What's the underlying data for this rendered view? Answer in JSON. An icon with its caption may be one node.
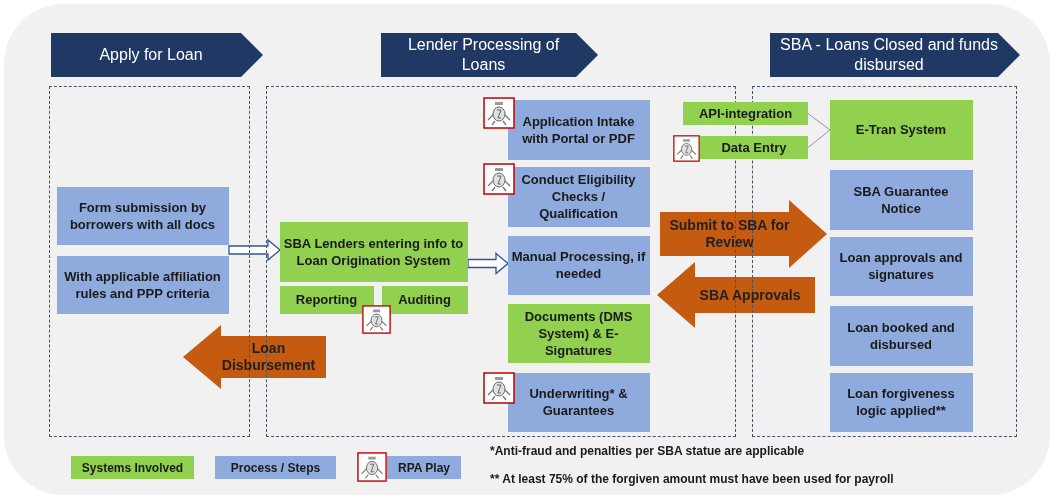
{
  "diagram": {
    "nodes": [
      {
        "text": [
          "Apply for Loan"
        ]
      },
      {
        "text": [
          "Lender Processing of Loans"
        ]
      },
      {
        "text": [
          "SBA - Loans Closed and funds disbursed"
        ]
      },
      {
        "text": [],
        "shape": "box"
      },
      {
        "text": [],
        "shape": "box"
      },
      {
        "text": [],
        "shape": "box"
      },
      {
        "text": [
          "Form submission by borrowers with all docs"
        ],
        "in": 3
      },
      {
        "text": [
          "With applicable affiliation rules and PPP criteria"
        ],
        "in": 3
      },
      {
        "text": [
          "SBA Lenders entering info to Loan Origination System"
        ],
        "in": 4
      },
      {
        "text": [
          "Reporting"
        ],
        "in": 4
      },
      {
        "text": [
          "Auditing"
        ],
        "in": 4
      },
      {
        "text": [
          "Application Intake with Portal or PDF"
        ],
        "in": 4
      },
      {
        "text": [
          "Conduct Eligibility Checks / Qualification"
        ],
        "in": 4
      },
      {
        "text": [
          "Manual Processing, if needed"
        ],
        "in": 4
      },
      {
        "text": [
          "Documents (DMS System) & E-Signatures"
        ],
        "in": 4
      },
      {
        "text": [
          "Underwriting* & Guarantees"
        ],
        "in": 4
      },
      {
        "text": [
          "API-integration"
        ]
      },
      {
        "text": [
          "Data Entry"
        ]
      },
      {
        "text": [
          "E-Tran System"
        ],
        "in": 5
      },
      {
        "text": [
          "SBA Guarantee Notice"
        ],
        "in": 5
      },
      {
        "text": [
          "Loan approvals and signatures"
        ],
        "in": 5
      },
      {
        "text": [
          "Loan booked and disbursed"
        ],
        "in": 5
      },
      {
        "text": [
          "Loan forgiveness logic applied**"
        ],
        "in": 5
      }
    ],
    "edges": [
      {
        "from": 6,
        "to": 8,
        "arrow": "to"
      },
      {
        "from": 8,
        "to": 13,
        "arrow": "to"
      },
      {
        "from": 16,
        "to": 18,
        "arrow": "none"
      },
      {
        "from": 17,
        "to": 18,
        "arrow": "none"
      },
      {
        "from": 13,
        "to": 19,
        "arrow": "to",
        "label": "Submit to SBA for Review",
        "style": "thick",
        "color": "#c55a11"
      },
      {
        "from": 20,
        "to": 13,
        "arrow": "to",
        "label": "SBA Approvals",
        "style": "thick",
        "color": "#c55a11"
      },
      {
        "from": 4,
        "to": 3,
        "arrow": "to",
        "label": "Loan Disbursement",
        "style": "thick",
        "color": "#c55a11"
      }
    ],
    "labels": [
      "*Anti-fraud and penalties per SBA statue are applicable",
      "** At least 75% of the forgiven amount must have been used for payroll"
    ],
    "legend": [
      {
        "text": "Systems Involved",
        "color": "#92d050"
      },
      {
        "text": "Process / Steps",
        "color": "#8faadc"
      },
      {
        "text": "RPA Play"
      }
    ]
  }
}
